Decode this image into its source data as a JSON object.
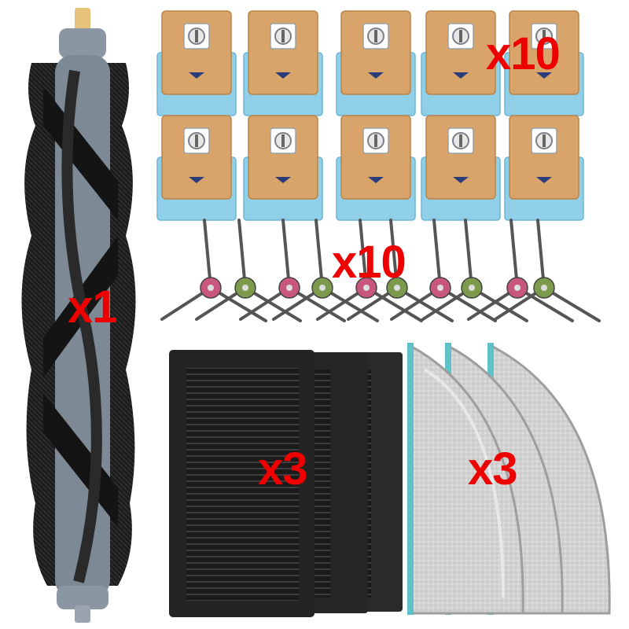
{
  "product": {
    "roller_brush": {
      "quantity_label": "x1",
      "count": 1
    },
    "dust_bags": {
      "quantity_label": "x10",
      "count": 10
    },
    "side_brushes": {
      "quantity_label": "x10",
      "count": 10
    },
    "hepa_filters": {
      "quantity_label": "x3",
      "count": 3
    },
    "mop_pads": {
      "quantity_label": "x3",
      "count": 3
    }
  },
  "colors": {
    "label_red": "#ee0000",
    "bag_blue": "#8fcfe8",
    "bag_cardboard": "#d9a46a",
    "brush_black": "#1c1c1c",
    "roller_core": "#7d8a96",
    "filter_black": "#222222",
    "mop_grey": "#cfcfcf",
    "mop_edge": "#5ec3c9",
    "side_brush_pink": "#c7577f",
    "side_brush_green": "#7c9a4c"
  }
}
